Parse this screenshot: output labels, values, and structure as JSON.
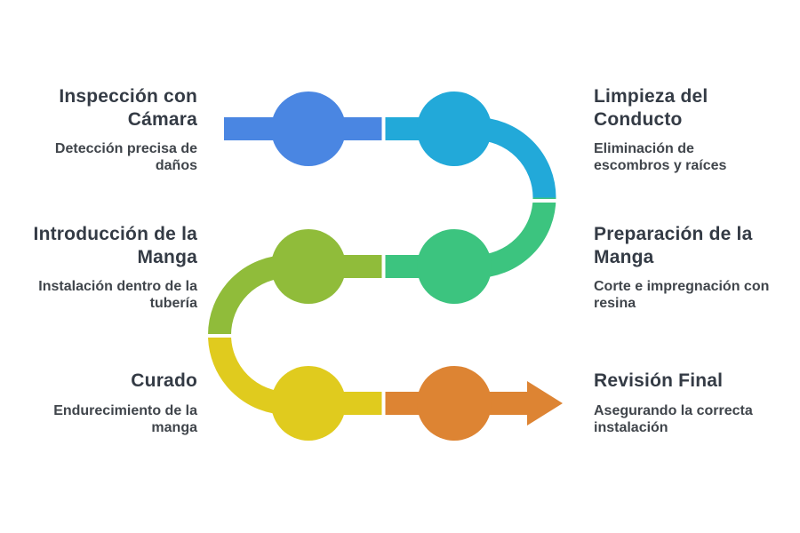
{
  "diagram": {
    "type": "process-flow",
    "background_color": "#ffffff",
    "title_color": "#343b45",
    "description_color": "#40454b",
    "gap_color": "#ffffff",
    "steps": [
      {
        "order": 1,
        "title": "Inspección con\nCámara",
        "description": "Detección precisa de\ndaños",
        "color": "#4a86e2",
        "side": "left",
        "row": 1,
        "node": "circle"
      },
      {
        "order": 2,
        "title": "Limpieza del\nConducto",
        "description": "Eliminación de\nescombros y raíces",
        "color": "#22a9d9",
        "side": "right",
        "row": 1,
        "node": "circle"
      },
      {
        "order": 3,
        "title": "Preparación de la\nManga",
        "description": "Corte e impregnación con\nresina",
        "color": "#3cc47f",
        "side": "right",
        "row": 2,
        "node": "circle"
      },
      {
        "order": 4,
        "title": "Introducción de la\nManga",
        "description": "Instalación dentro de la\ntubería",
        "color": "#90bc3a",
        "side": "left",
        "row": 2,
        "node": "circle"
      },
      {
        "order": 5,
        "title": "Curado",
        "description": "Endurecimiento de la\nmanga",
        "color": "#e0cb1e",
        "side": "left",
        "row": 3,
        "node": "circle"
      },
      {
        "order": 6,
        "title": "Revisión Final",
        "description": "Asegurando la correcta\ninstalación",
        "color": "#dd8433",
        "side": "right",
        "row": 3,
        "node": "circle",
        "end_marker": "arrow"
      }
    ]
  }
}
